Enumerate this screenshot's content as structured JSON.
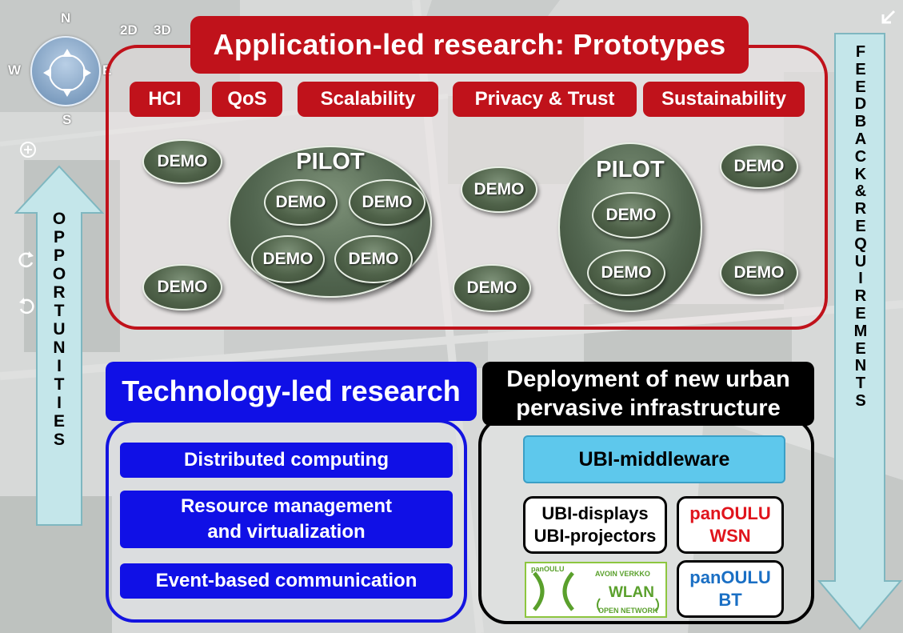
{
  "map_controls": {
    "compass_n": "N",
    "compass_w": "W",
    "compass_e": "E",
    "compass_s": "S",
    "mode_2d": "2D",
    "mode_3d": "3D"
  },
  "application_led": {
    "title": "Application-led research: Prototypes",
    "aspects": [
      "HCI",
      "QoS",
      "Scalability",
      "Privacy & Trust",
      "Sustainability"
    ],
    "demo_label": "DEMO",
    "pilot_label": "PILOT"
  },
  "technology_led": {
    "title": "Technology-led research",
    "items": [
      "Distributed computing",
      "Resource management",
      "and virtualization",
      "Event-based communication"
    ]
  },
  "deployment": {
    "title_line1": "Deployment of new urban",
    "title_line2": "pervasive infrastructure",
    "middleware": "UBI-middleware",
    "displays_line1": "UBI-displays",
    "displays_line2": "UBI-projectors",
    "wsn_line1": "panOULU",
    "wsn_line2": "WSN",
    "bt_line1": "panOULU",
    "bt_line2": "BT",
    "wlan_logo": {
      "brand": "panOULU",
      "top_text": "AVOIN VERKKO",
      "main_text": "WLAN",
      "bottom_text": "OPEN NETWORK"
    }
  },
  "left_arrow_text": "OPPORTUNITIES",
  "right_arrow_text": "FEEDBACK&REQUIREMENTS",
  "colors": {
    "app_red": "#c0121b",
    "tech_blue": "#1010e6",
    "middleware_cyan": "#5ec8ec",
    "wsn_red": "#e0141c",
    "bt_blue": "#1a6fc4",
    "arrow_fill": "#c4e6ea",
    "demo_green": "#4f6249"
  }
}
